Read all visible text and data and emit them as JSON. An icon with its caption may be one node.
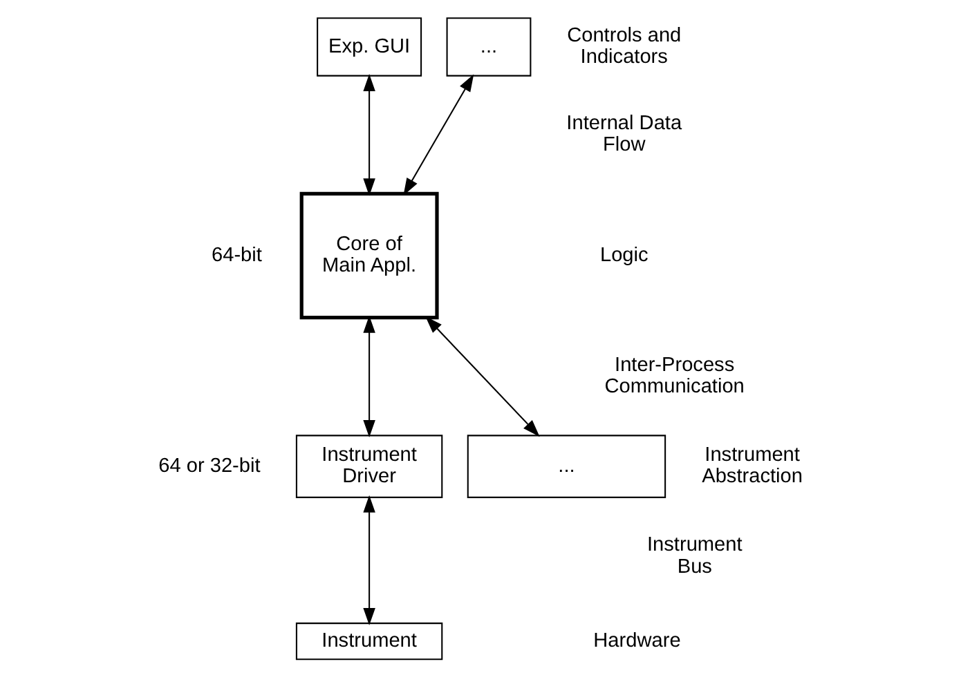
{
  "diagram": {
    "nodes": [
      {
        "text": [
          "Exp. GUI"
        ]
      },
      {
        "text": [
          "..."
        ]
      },
      {
        "text": [
          "Core of Main Appl."
        ]
      },
      {
        "text": [
          "Instrument Driver"
        ]
      },
      {
        "text": [
          "..."
        ]
      },
      {
        "text": [
          "Instrument"
        ]
      }
    ],
    "edges": [
      {
        "from": 0,
        "to": 2,
        "arrow": "both"
      },
      {
        "from": 1,
        "to": 2,
        "arrow": "both"
      },
      {
        "from": 2,
        "to": 3,
        "arrow": "both"
      },
      {
        "from": 2,
        "to": 4,
        "arrow": "both"
      },
      {
        "from": 3,
        "to": 5,
        "arrow": "both"
      }
    ],
    "labels": [
      "Controls and Indicators",
      "Internal Data Flow",
      "64-bit",
      "Logic",
      "Inter-Process Communication",
      "64 or 32-bit",
      "Instrument Abstraction",
      "Instrument Bus",
      "Hardware"
    ]
  }
}
